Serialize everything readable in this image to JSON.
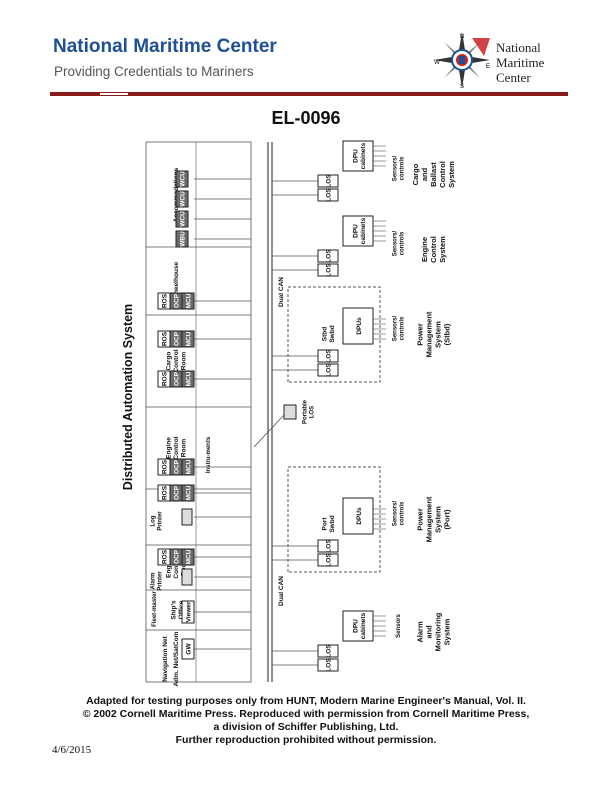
{
  "header": {
    "title": "National Maritime Center",
    "subtitle": "Providing Credentials to Mariners",
    "logo_lines": [
      "National",
      "Maritime",
      "Center"
    ],
    "compass_letters": [
      "N",
      "E",
      "W",
      "S"
    ]
  },
  "document": {
    "code": "EL-0096",
    "date": "4/6/2015",
    "footer_lines": [
      "Adapted for testing purposes only from HUNT, Modern Marine Engineer's Manual, Vol. II.",
      "© 2002 Cornell Maritime Press. Reproduced with permission from Cornell Maritime Press,",
      "a division of Schiffer Publishing, Ltd.",
      "Further reproduction prohibited without permission."
    ]
  },
  "diagram": {
    "main_title": "Distributed Automation System",
    "dual_can": "Dual CAN",
    "areas": [
      {
        "label": "Adm. Net/SatCom"
      },
      {
        "label": "Navigation Net"
      },
      {
        "label": "Ship's Office"
      },
      {
        "label": "Engine Control Room"
      },
      {
        "label": "Engine Control Room"
      },
      {
        "label": "Cargo Control Room"
      },
      {
        "label": "Wheelhouse"
      },
      {
        "label": "Accommodations"
      }
    ],
    "units": {
      "gw": "GW",
      "fleet_master": "Fleet-master",
      "viewer": "Viewer",
      "ros": "ROS",
      "ocp": "OCP",
      "mcu": "MCU",
      "alarm_printer": "Alarm Printer",
      "log_printer": "Log Printer",
      "instruments": "Instru-ments",
      "wbu": "WBU",
      "wcu": "WCU",
      "los": "LOS",
      "portable_los": "Portable LOS",
      "dpus": "DPUs",
      "dpu_cabinets": "DPU cabinets",
      "port_swbd": "Port Swbd",
      "stbd_swbd": "Stbd Swbd",
      "sensors": "Sensors",
      "sensors_controls": "Sensors/ controls"
    },
    "systems": [
      "Alarm and Monitoring System",
      "Power Management System (Port)",
      "Power Management System (Stbd)",
      "Engine Control System",
      "Cargo and Ballast Control System"
    ]
  }
}
